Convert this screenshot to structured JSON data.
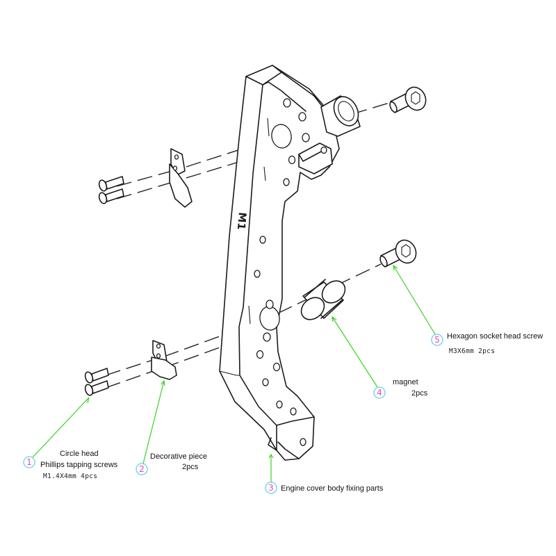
{
  "diagram": {
    "part_mark": "M1",
    "callouts": [
      {
        "number": "1",
        "name_line1": "Circle head",
        "name_line2": "Phillips tapping screws",
        "spec": "M1.4X4mm 4pcs"
      },
      {
        "number": "2",
        "name_line1": "Decorative piece",
        "spec": "2pcs"
      },
      {
        "number": "3",
        "name_line1": "Engine cover body fixing parts"
      },
      {
        "number": "4",
        "name_line1": "magnet",
        "spec": "2pcs"
      },
      {
        "number": "5",
        "name_line1": "Hexagon socket head screw",
        "spec": "M3X6mm 2pcs"
      }
    ],
    "colors": {
      "leader": "#39d21f",
      "number_ring": "#7fd3ea",
      "number_text": "#e545c8",
      "line_art": "#1a1a1a"
    }
  }
}
